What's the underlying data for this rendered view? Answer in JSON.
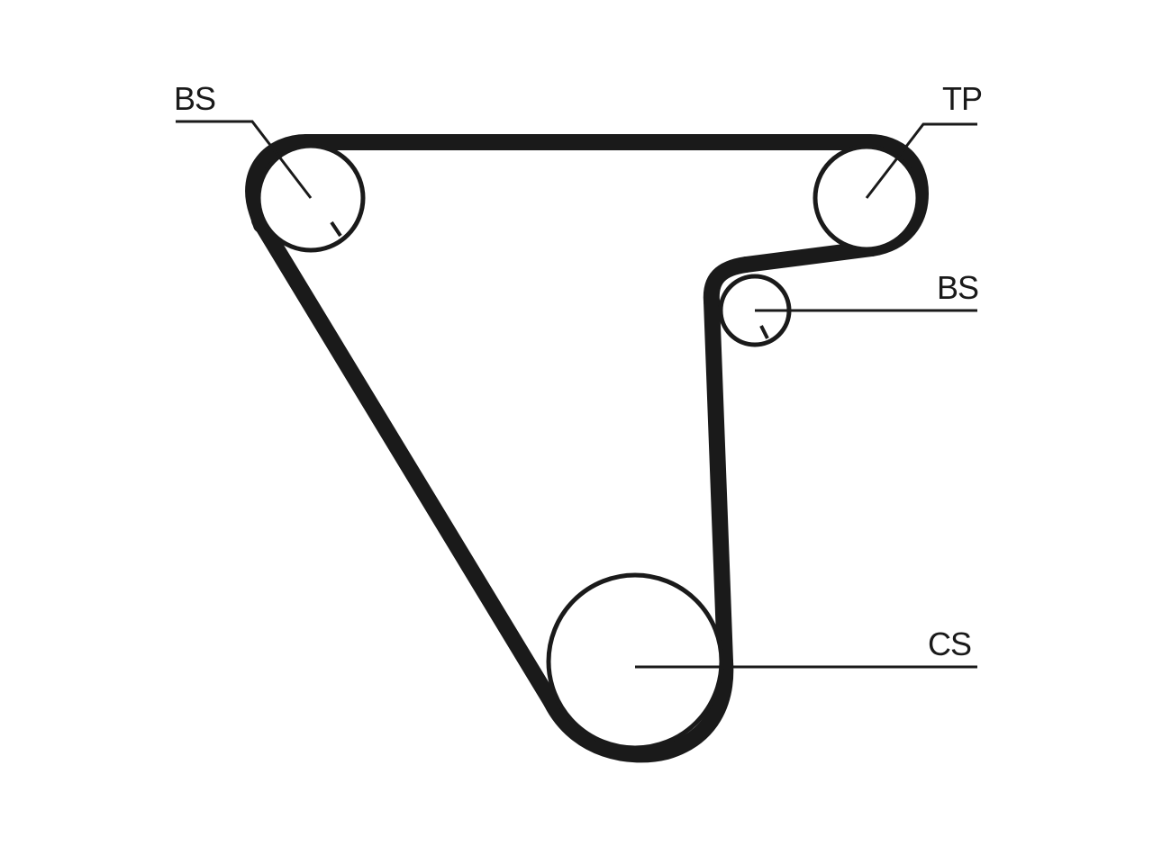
{
  "diagram": {
    "labels": {
      "bs_top_left": "BS",
      "tp_top_right": "TP",
      "bs_right": "BS",
      "cs_bottom": "CS"
    },
    "colors": {
      "ink": "#1a1a1a",
      "background": "#ffffff"
    }
  }
}
